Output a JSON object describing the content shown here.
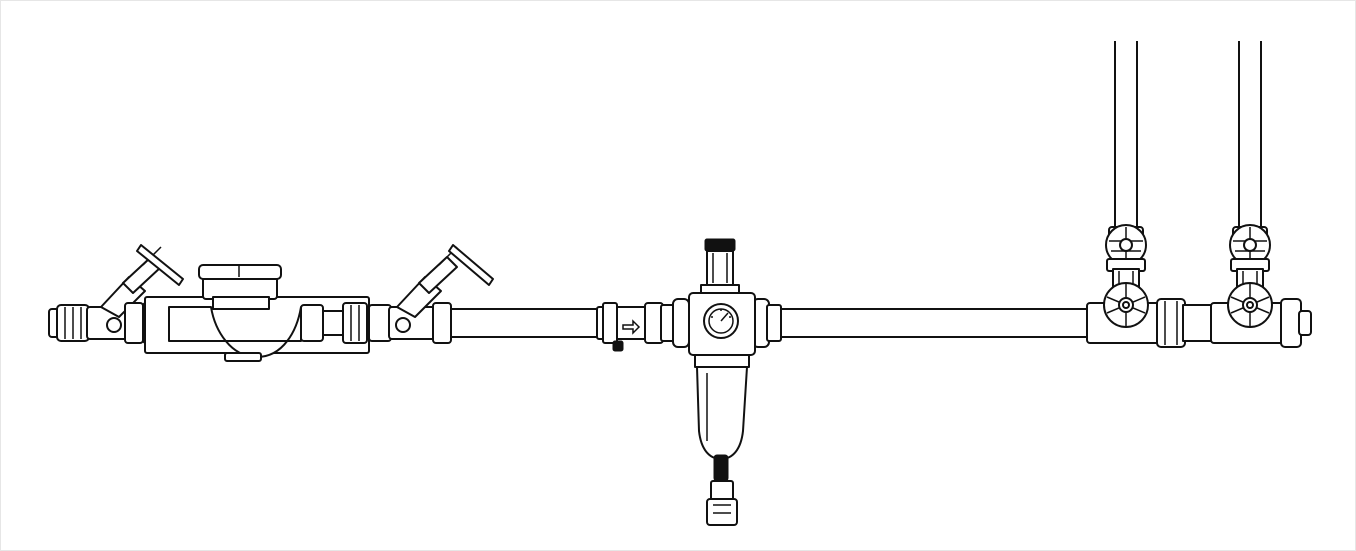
{
  "diagram": {
    "kind": "plumbing-installation-line-drawing",
    "components": [
      {
        "id": "inlet-shutoff-valve",
        "icon": "angle-seat-valve-icon"
      },
      {
        "id": "water-meter",
        "icon": "water-meter-icon"
      },
      {
        "id": "outlet-shutoff-valve",
        "icon": "angle-seat-valve-icon"
      },
      {
        "id": "pipe-segment-1",
        "icon": "pipe-icon"
      },
      {
        "id": "check-valve",
        "icon": "check-valve-icon"
      },
      {
        "id": "filter-pressure-reducer",
        "icon": "filter-housing-icon"
      },
      {
        "id": "pressure-gauge",
        "icon": "gauge-icon"
      },
      {
        "id": "pipe-segment-2",
        "icon": "pipe-icon"
      },
      {
        "id": "branch-valve-1",
        "icon": "handwheel-valve-icon"
      },
      {
        "id": "branch-valve-2",
        "icon": "handwheel-valve-icon"
      },
      {
        "id": "riser-pipe-1",
        "icon": "riser-icon"
      },
      {
        "id": "riser-pipe-2",
        "icon": "riser-icon"
      }
    ],
    "colors": {
      "stroke": "#111111",
      "fill": "#ffffff",
      "border": "#e6e6e6"
    }
  }
}
